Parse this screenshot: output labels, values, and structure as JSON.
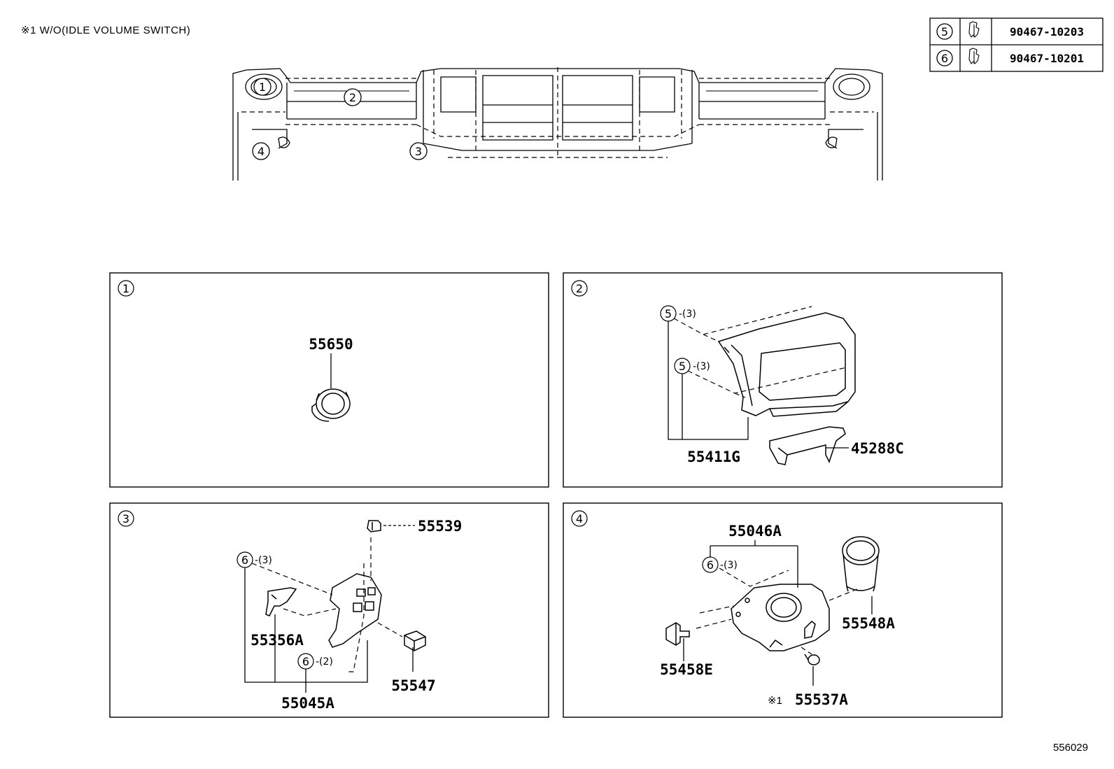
{
  "header_note": "※1 W/O(IDLE VOLUME SWITCH)",
  "diagram_code": "556029",
  "clip_table": [
    {
      "ref": "5",
      "icon": "clip-icon",
      "part_no": "90467-10203"
    },
    {
      "ref": "6",
      "icon": "clip-icon",
      "part_no": "90467-10201"
    }
  ],
  "overview": {
    "callouts": [
      "1",
      "2",
      "3",
      "4"
    ]
  },
  "panels": [
    {
      "id": "1",
      "parts": [
        "55650"
      ]
    },
    {
      "id": "2",
      "parts": [
        "55411G",
        "45288C"
      ],
      "clips": [
        {
          "ref": "5",
          "qty": "-(3)"
        },
        {
          "ref": "5",
          "qty": "-(3)"
        }
      ]
    },
    {
      "id": "3",
      "parts": [
        "55539",
        "55356A",
        "55547",
        "55045A"
      ],
      "clips": [
        {
          "ref": "6",
          "qty": "-(3)"
        },
        {
          "ref": "6",
          "qty": "-(2)"
        }
      ]
    },
    {
      "id": "4",
      "parts": [
        "55046A",
        "55548A",
        "55458E",
        "55537A"
      ],
      "clips": [
        {
          "ref": "6",
          "qty": "-(3)"
        }
      ],
      "note_marker": "※1"
    }
  ]
}
